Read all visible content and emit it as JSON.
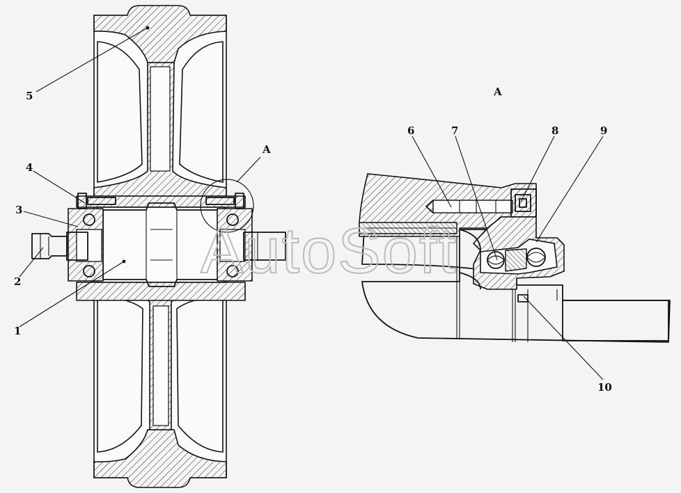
{
  "watermark": "AutoSoft",
  "view_label": "A",
  "detail_marker_label": "A",
  "callouts": [
    {
      "id": "1",
      "text": "1"
    },
    {
      "id": "2",
      "text": "2"
    },
    {
      "id": "3",
      "text": "3"
    },
    {
      "id": "4",
      "text": "4"
    },
    {
      "id": "5",
      "text": "5"
    },
    {
      "id": "6",
      "text": "6"
    },
    {
      "id": "7",
      "text": "7"
    },
    {
      "id": "8",
      "text": "8"
    },
    {
      "id": "9",
      "text": "9"
    },
    {
      "id": "10",
      "text": "10"
    }
  ],
  "colors": {
    "ink": "#111111",
    "paper": "#f4f4f4",
    "watermark": "#bcbcbc"
  }
}
